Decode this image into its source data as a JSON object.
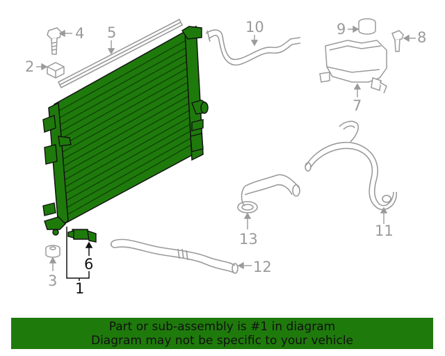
{
  "callouts": [
    {
      "id": "1",
      "label": "1",
      "highlighted": true
    },
    {
      "id": "2",
      "label": "2",
      "highlighted": false
    },
    {
      "id": "3",
      "label": "3",
      "highlighted": false
    },
    {
      "id": "4",
      "label": "4",
      "highlighted": false
    },
    {
      "id": "5",
      "label": "5",
      "highlighted": false
    },
    {
      "id": "6",
      "label": "6",
      "highlighted": true
    },
    {
      "id": "7",
      "label": "7",
      "highlighted": false
    },
    {
      "id": "8",
      "label": "8",
      "highlighted": false
    },
    {
      "id": "9",
      "label": "9",
      "highlighted": false
    },
    {
      "id": "10",
      "label": "10",
      "highlighted": false
    },
    {
      "id": "11",
      "label": "11",
      "highlighted": false
    },
    {
      "id": "12",
      "label": "12",
      "highlighted": false
    },
    {
      "id": "13",
      "label": "13",
      "highlighted": false
    }
  ],
  "banner": {
    "line1": "Part or sub-assembly is #1 in diagram",
    "line2": "Diagram may not be specific to your vehicle"
  },
  "colors": {
    "highlight": "#1f7a0c",
    "part_outline": "#9a9a9a",
    "dark_outline": "#111111"
  }
}
